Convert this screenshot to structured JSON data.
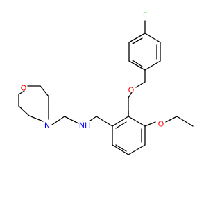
{
  "atoms": {
    "F": {
      "text": "F",
      "color": "#33cc33"
    },
    "O_ether": {
      "text": "O",
      "color": "#ff0000"
    },
    "O_ethoxy": {
      "text": "O",
      "color": "#ff0000"
    },
    "O_morph": {
      "text": "O",
      "color": "#ff0000"
    },
    "N_morph": {
      "text": "N",
      "color": "#0000ff"
    },
    "NH_amine": {
      "text": "NH",
      "color": "#0000ff"
    }
  },
  "colors": {
    "bond": "#000000",
    "background": "#ffffff"
  }
}
